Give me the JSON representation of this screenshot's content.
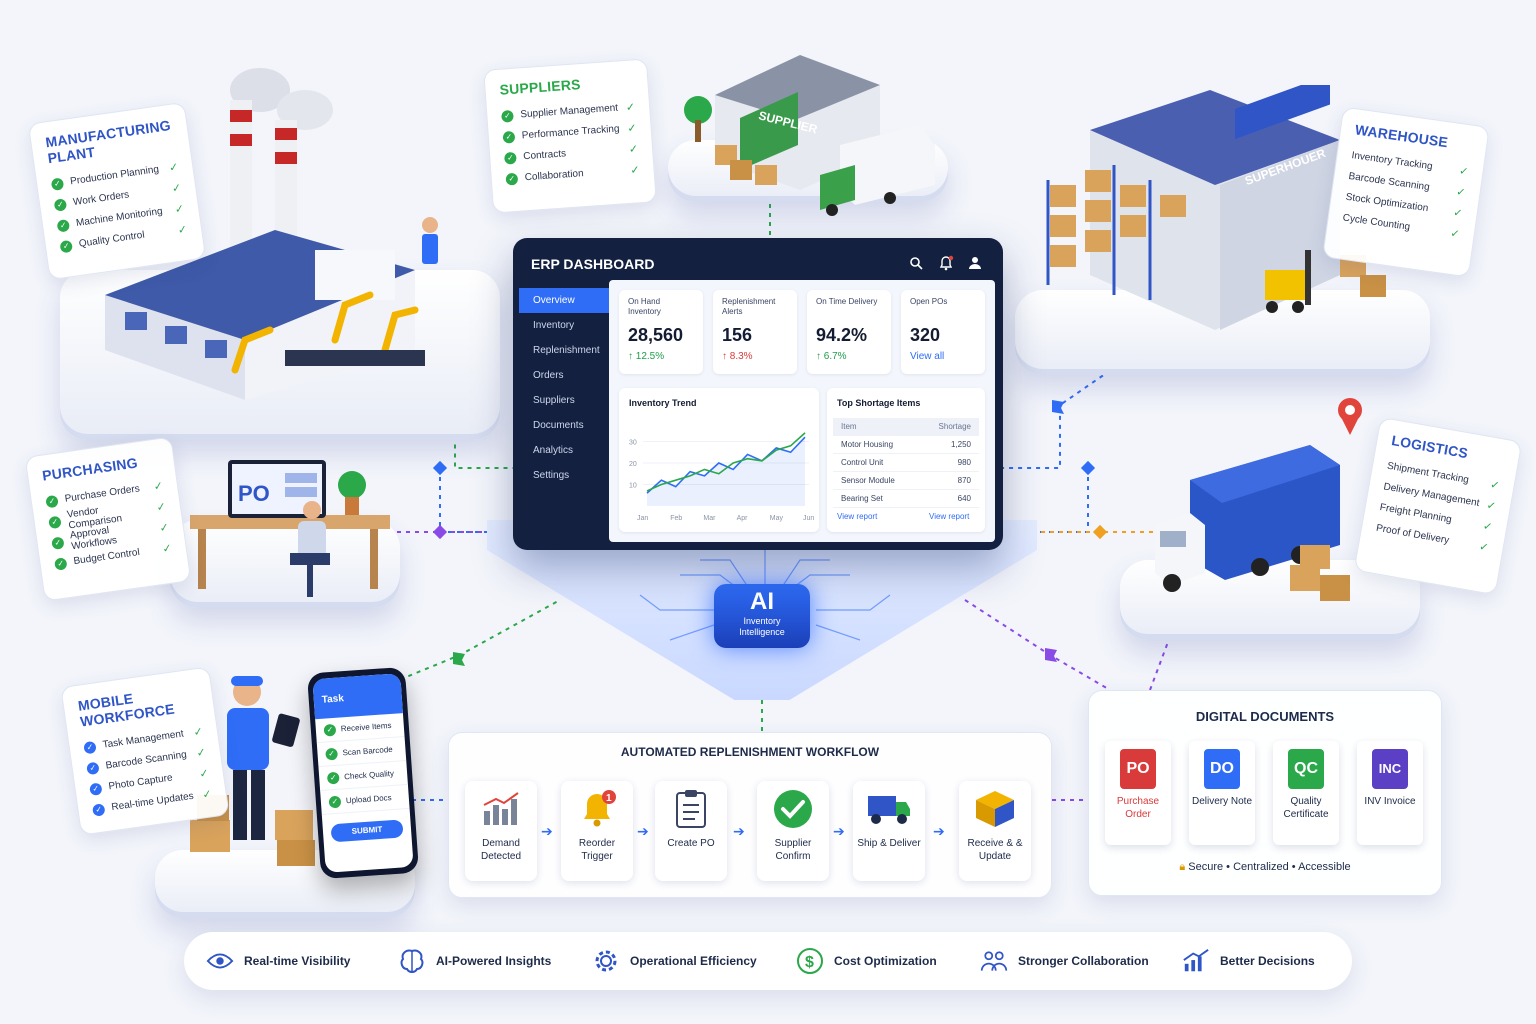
{
  "manufacturing": {
    "title": "Manufacturing Plant",
    "items": [
      "Production Planning",
      "Work Orders",
      "Machine Monitoring",
      "Quality Control"
    ]
  },
  "suppliers": {
    "title": "Suppliers",
    "items": [
      "Supplier Management",
      "Performance Tracking",
      "Contracts",
      "Collaboration"
    ],
    "sign": "SUPPLIER"
  },
  "warehouse": {
    "title": "Warehouse",
    "items": [
      "Inventory Tracking",
      "Barcode Scanning",
      "Stock Optimization",
      "Cycle Counting"
    ],
    "sign": "SUPERHOUER"
  },
  "purchasing": {
    "title": "Purchasing",
    "items": [
      "Purchase Orders",
      "Vendor Comparison",
      "Approval Workflows",
      "Budget Control"
    ],
    "screen": "PO"
  },
  "logistics": {
    "title": "Logistics",
    "items": [
      "Shipment Tracking",
      "Delivery Management",
      "Freight Planning",
      "Proof of Delivery"
    ]
  },
  "mobile": {
    "title": "Mobile Workforce",
    "items": [
      "Task Management",
      "Barcode Scanning",
      "Photo Capture",
      "Real-time Updates"
    ]
  },
  "phone": {
    "title": "Task",
    "items": [
      "Receive Items",
      "Scan Barcode",
      "Check Quality",
      "Upload Docs"
    ],
    "submit": "SUBMIT"
  },
  "erp": {
    "title": "ERP DASHBOARD",
    "nav": [
      "Overview",
      "Inventory",
      "Replenishment",
      "Orders",
      "Suppliers",
      "Documents",
      "Analytics",
      "Settings"
    ],
    "kpis": [
      {
        "label": "On Hand Inventory",
        "value": "28,560",
        "delta": "↑ 12.5%",
        "color": "#1f9d4a"
      },
      {
        "label": "Replenishment Alerts",
        "value": "156",
        "delta": "↑ 8.3%",
        "color": "#d93a3a"
      },
      {
        "label": "On Time Delivery",
        "value": "94.2%",
        "delta": "↑ 6.7%",
        "color": "#1f9d4a"
      },
      {
        "label": "Open POs",
        "value": "320",
        "delta": "View all",
        "color": "#2f6df7"
      }
    ],
    "trend": {
      "title": "Inventory Trend",
      "view": "View report"
    },
    "shortage": {
      "title": "Top Shortage Items",
      "headers": [
        "Item",
        "Shortage"
      ],
      "rows": [
        [
          "Motor Housing",
          "1,250"
        ],
        [
          "Control Unit",
          "980"
        ],
        [
          "Sensor Module",
          "870"
        ],
        [
          "Bearing Set",
          "640"
        ]
      ],
      "view": "View report"
    }
  },
  "chart_data": {
    "type": "line",
    "title": "Inventory Trend",
    "categories": [
      "Jan",
      "Feb",
      "Mar",
      "Apr",
      "May",
      "Jun"
    ],
    "yticks": [
      10,
      20,
      30
    ],
    "ylim": [
      0,
      40
    ],
    "series": [
      {
        "values": [
          6,
          12,
          9,
          16,
          14,
          20,
          17,
          24,
          21,
          27,
          25,
          32
        ],
        "color": "#2f6df7"
      },
      {
        "values": [
          7,
          10,
          12,
          14,
          17,
          15,
          20,
          22,
          21,
          26,
          28,
          34
        ],
        "color": "#2aa84a"
      }
    ]
  },
  "ai": {
    "label": "AI",
    "sub": "Inventory Intelligence"
  },
  "workflow": {
    "title": "AUTOMATED REPLENISHMENT WORKFLOW",
    "steps": [
      "Demand Detected",
      "Reorder Trigger",
      "Create PO",
      "Supplier Confirm",
      "Ship & Deliver",
      "Receive & & Update"
    ],
    "badge": "1"
  },
  "documents": {
    "title": "DIGITAL DOCUMENTS",
    "docs": [
      {
        "code": "PO",
        "name": "Purchase Order",
        "color": "#d93a3a"
      },
      {
        "code": "DO",
        "name": "Delivery Note",
        "color": "#2f6df7"
      },
      {
        "code": "QC",
        "name": "Quality Certificate",
        "color": "#2aa84a"
      },
      {
        "code": "INC",
        "name": "INV Invoice",
        "color": "#5b3fc4"
      }
    ],
    "footer": "Secure • Centralized • Accessible"
  },
  "benefits": [
    "Real-time Visibility",
    "AI-Powered Insights",
    "Operational Efficiency",
    "Cost Optimization",
    "Stronger Collaboration",
    "Better Decisions"
  ]
}
